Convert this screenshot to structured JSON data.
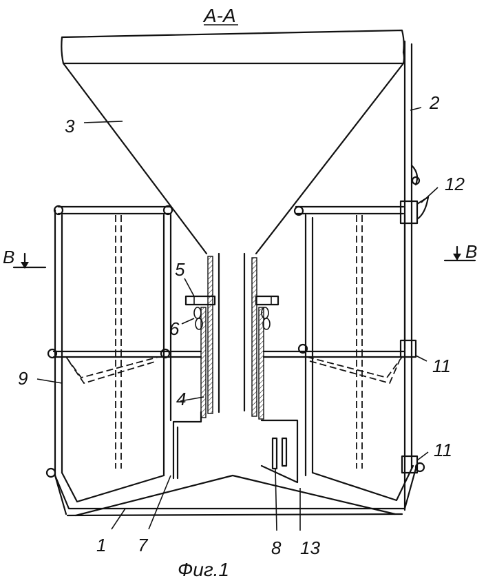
{
  "section_title": "А-А",
  "caption": "Фиг.1",
  "section_marks": {
    "left": "В",
    "right": "В"
  },
  "labels": [
    "1",
    "2",
    "3",
    "4",
    "5",
    "6",
    "7",
    "8",
    "9",
    "11",
    "11",
    "12",
    "13"
  ]
}
